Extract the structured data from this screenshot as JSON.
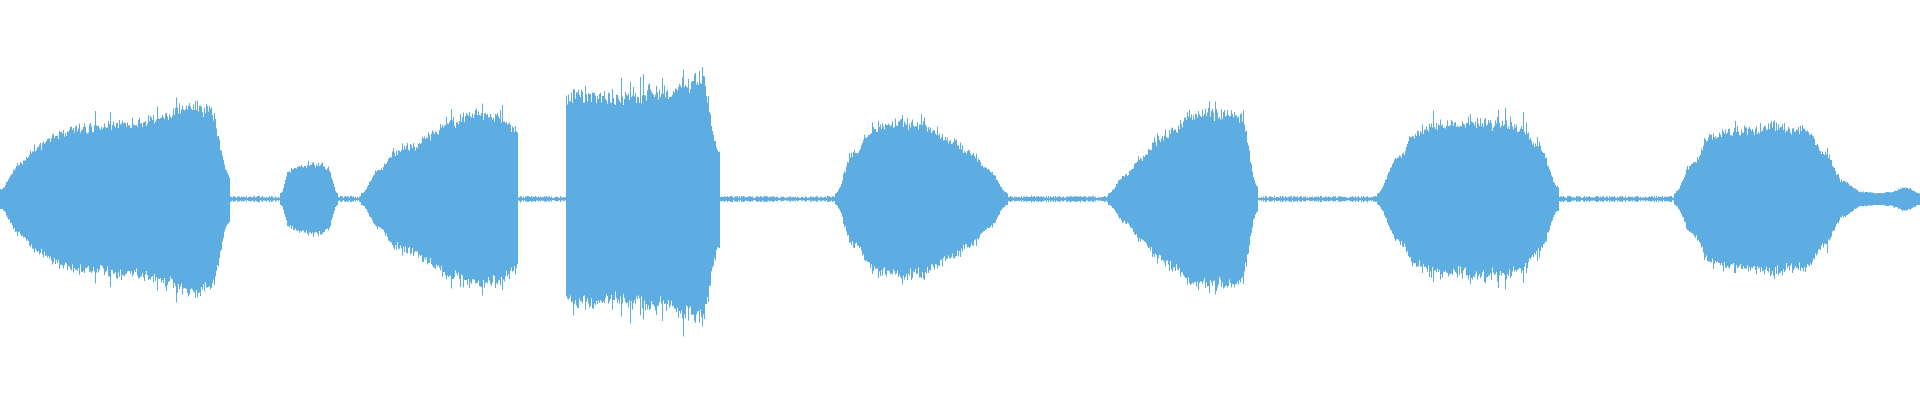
{
  "waveform": {
    "color": "#5dade2",
    "background": "#ffffff",
    "segments": [
      {
        "name": "segment-1",
        "kind": "sound",
        "start": 0.0,
        "end": 0.12,
        "envelope": [
          0.08,
          0.3,
          0.45,
          0.55,
          0.6,
          0.62,
          0.63,
          0.64,
          0.66,
          0.72,
          0.8,
          0.75,
          0.2
        ]
      },
      {
        "name": "gap-1",
        "kind": "noise",
        "start": 0.12,
        "end": 0.146
      },
      {
        "name": "segment-2",
        "kind": "sound",
        "start": 0.146,
        "end": 0.176,
        "envelope": [
          0.05,
          0.24,
          0.28,
          0.28,
          0.3,
          0.26,
          0.05
        ]
      },
      {
        "name": "gap-2",
        "kind": "noise",
        "start": 0.176,
        "end": 0.188
      },
      {
        "name": "segment-3",
        "kind": "sound",
        "start": 0.188,
        "end": 0.27,
        "envelope": [
          0.05,
          0.25,
          0.4,
          0.45,
          0.55,
          0.65,
          0.7,
          0.72,
          0.7,
          0.6
        ]
      },
      {
        "name": "gap-3",
        "kind": "noise",
        "start": 0.27,
        "end": 0.295
      },
      {
        "name": "segment-4",
        "kind": "sound",
        "start": 0.295,
        "end": 0.375,
        "envelope": [
          0.85,
          0.88,
          0.87,
          0.86,
          0.88,
          0.9,
          0.92,
          0.96,
          1.0,
          0.4
        ]
      },
      {
        "name": "gap-4",
        "kind": "noise",
        "start": 0.375,
        "end": 0.435
      },
      {
        "name": "segment-5",
        "kind": "sound",
        "start": 0.435,
        "end": 0.525,
        "envelope": [
          0.05,
          0.4,
          0.6,
          0.65,
          0.64,
          0.6,
          0.5,
          0.4,
          0.25,
          0.05
        ]
      },
      {
        "name": "gap-5",
        "kind": "noise",
        "start": 0.525,
        "end": 0.577
      },
      {
        "name": "segment-6",
        "kind": "sound",
        "start": 0.577,
        "end": 0.655,
        "envelope": [
          0.05,
          0.2,
          0.35,
          0.5,
          0.6,
          0.7,
          0.72,
          0.72,
          0.7,
          0.1
        ]
      },
      {
        "name": "gap-6",
        "kind": "noise",
        "start": 0.655,
        "end": 0.717
      },
      {
        "name": "segment-7",
        "kind": "sound",
        "start": 0.717,
        "end": 0.812,
        "envelope": [
          0.05,
          0.35,
          0.58,
          0.63,
          0.63,
          0.64,
          0.64,
          0.62,
          0.45,
          0.1
        ]
      },
      {
        "name": "gap-7",
        "kind": "noise",
        "start": 0.812,
        "end": 0.872
      },
      {
        "name": "segment-8",
        "kind": "sound",
        "start": 0.872,
        "end": 0.97,
        "envelope": [
          0.05,
          0.3,
          0.55,
          0.58,
          0.6,
          0.62,
          0.6,
          0.58,
          0.4,
          0.15,
          0.06
        ]
      },
      {
        "name": "tail",
        "kind": "sound",
        "start": 0.97,
        "end": 1.0,
        "envelope": [
          0.06,
          0.05,
          0.06,
          0.1,
          0.05
        ]
      }
    ]
  }
}
